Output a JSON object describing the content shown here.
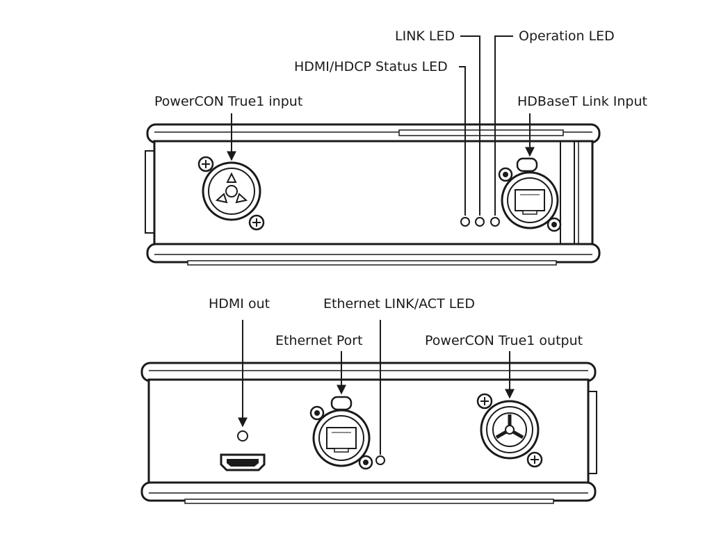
{
  "top_panel": {
    "labels": {
      "powercon_input": "PowerCON True1 input",
      "link_led": "LINK LED",
      "operation_led": "Operation LED",
      "hdmi_hdcp_led": "HDMI/HDCP Status LED",
      "hdbaset_input": "HDBaseT Link Input"
    }
  },
  "bottom_panel": {
    "labels": {
      "hdmi_out": "HDMI out",
      "ethernet_led": "Ethernet LINK/ACT LED",
      "ethernet_port": "Ethernet Port",
      "powercon_output": "PowerCON True1 output"
    }
  }
}
